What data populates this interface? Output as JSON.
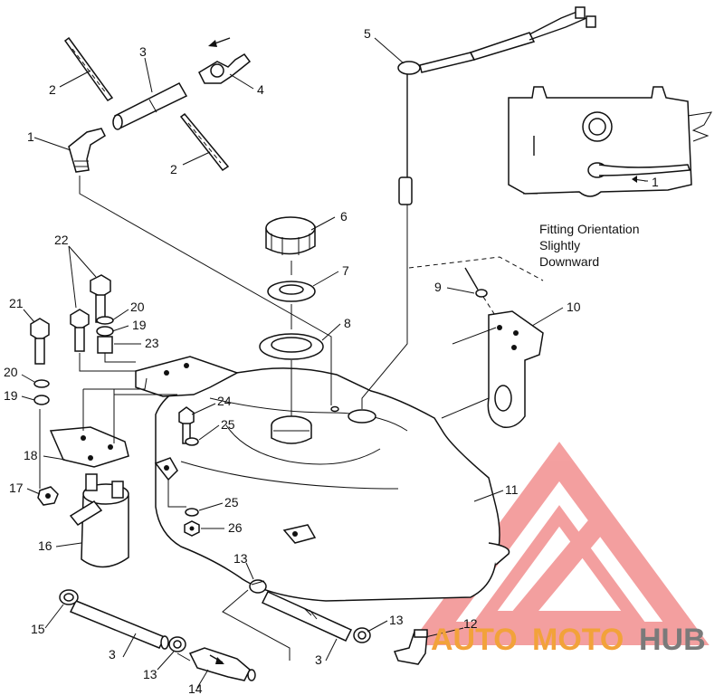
{
  "callouts": [
    {
      "id": "c1",
      "text": "1"
    },
    {
      "id": "c2a",
      "text": "2"
    },
    {
      "id": "c2b",
      "text": "2"
    },
    {
      "id": "c3a",
      "text": "3"
    },
    {
      "id": "c4",
      "text": "4"
    },
    {
      "id": "c5",
      "text": "5"
    },
    {
      "id": "c6",
      "text": "6"
    },
    {
      "id": "c7",
      "text": "7"
    },
    {
      "id": "c8",
      "text": "8"
    },
    {
      "id": "c9",
      "text": "9"
    },
    {
      "id": "c10",
      "text": "10"
    },
    {
      "id": "c11",
      "text": "11"
    },
    {
      "id": "c12",
      "text": "12"
    },
    {
      "id": "c13a",
      "text": "13"
    },
    {
      "id": "c13b",
      "text": "13"
    },
    {
      "id": "c13c",
      "text": "13"
    },
    {
      "id": "c14",
      "text": "14"
    },
    {
      "id": "c15",
      "text": "15"
    },
    {
      "id": "c16",
      "text": "16"
    },
    {
      "id": "c17",
      "text": "17"
    },
    {
      "id": "c18",
      "text": "18"
    },
    {
      "id": "c19a",
      "text": "19"
    },
    {
      "id": "c19b",
      "text": "19"
    },
    {
      "id": "c20a",
      "text": "20"
    },
    {
      "id": "c20b",
      "text": "20"
    },
    {
      "id": "c21",
      "text": "21"
    },
    {
      "id": "c22",
      "text": "22"
    },
    {
      "id": "c23",
      "text": "23"
    },
    {
      "id": "c24",
      "text": "24"
    },
    {
      "id": "c25a",
      "text": "25"
    },
    {
      "id": "c25b",
      "text": "25"
    },
    {
      "id": "c26",
      "text": "26"
    },
    {
      "id": "c3b",
      "text": "3"
    },
    {
      "id": "c3c",
      "text": "3"
    },
    {
      "id": "cinset1",
      "text": "1"
    }
  ],
  "inset_note": {
    "line1": "Fitting Orientation",
    "line2": "Slightly",
    "line3": "Downward"
  },
  "watermark": {
    "part1": "AUTO",
    "part2": "MOTO",
    "part3": "HUB",
    "color_accent": "#f2a23a",
    "color_logo": "#f08080",
    "color_gray": "#7a7a7a"
  }
}
